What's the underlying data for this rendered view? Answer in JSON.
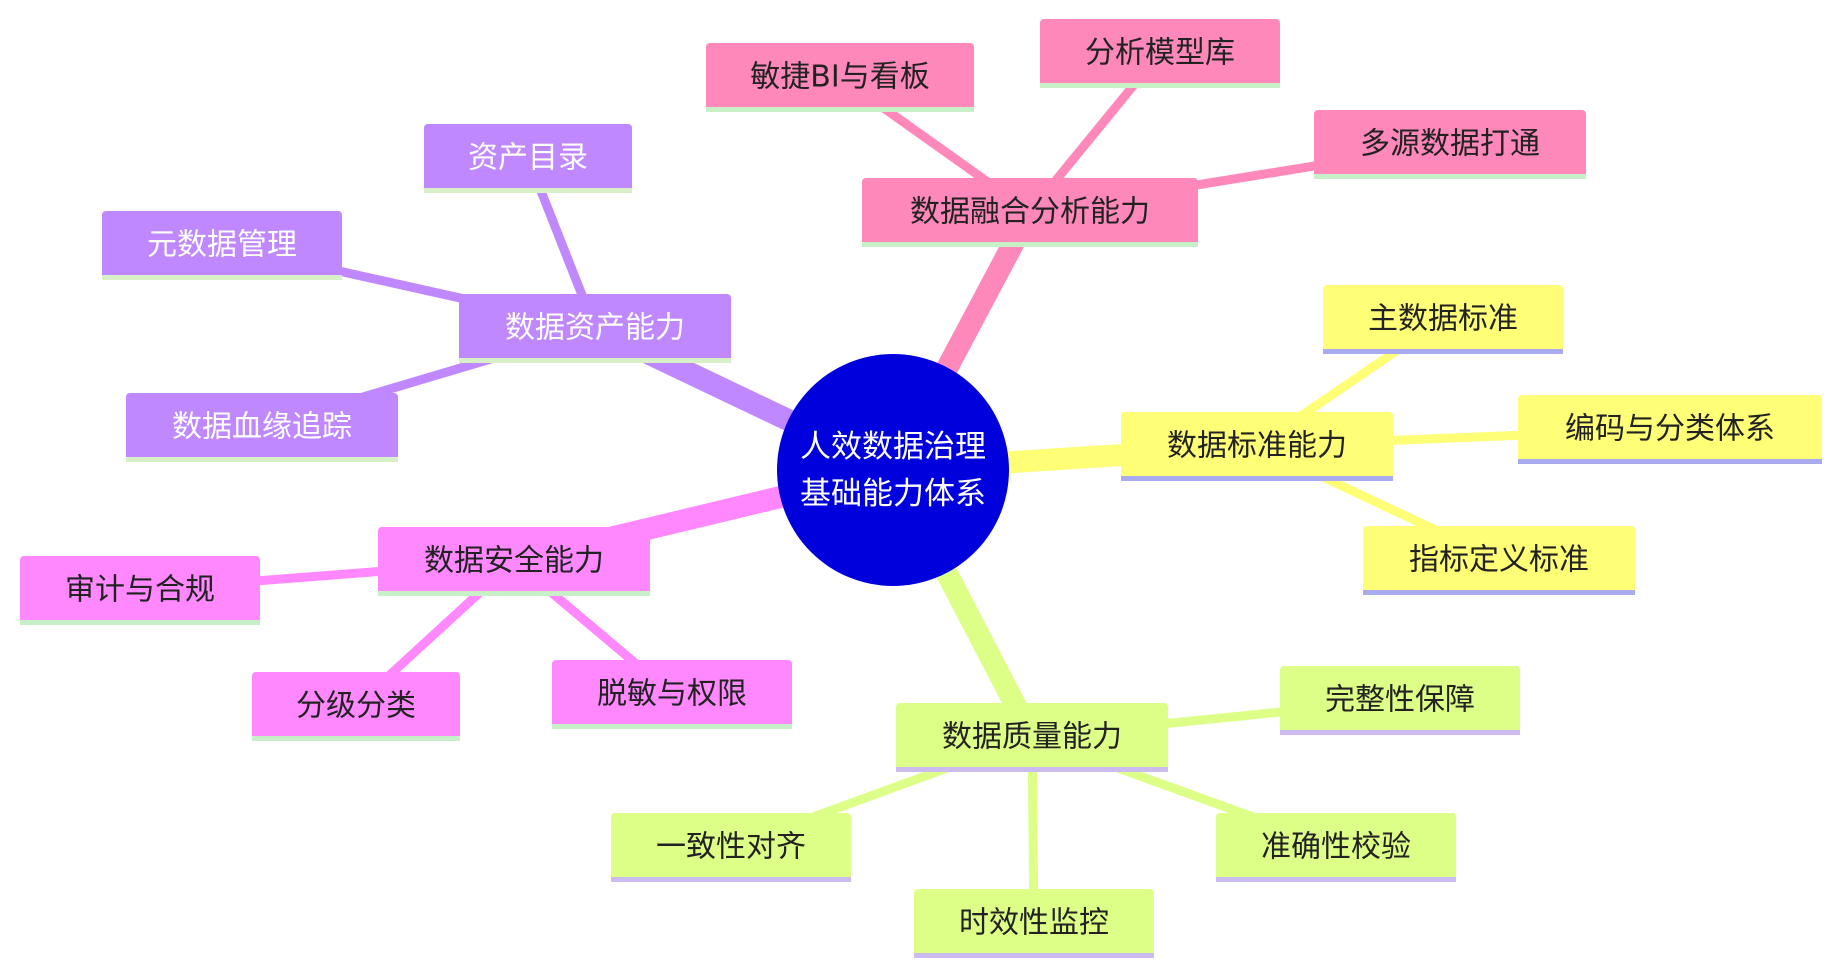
{
  "root": {
    "lines": [
      "人效数据治理",
      "基础能力体系"
    ],
    "fill": "#0000dd",
    "text_color": "#ffffff"
  },
  "branches": [
    {
      "id": "fusion",
      "label": "数据融合分析能力",
      "color": "#ff88bb",
      "underline": "#c8f0c8",
      "text_color": "#222222",
      "children": [
        {
          "id": "bi",
          "label": "敏捷BI与看板"
        },
        {
          "id": "model-lib",
          "label": "分析模型库"
        },
        {
          "id": "multi-source",
          "label": "多源数据打通"
        }
      ]
    },
    {
      "id": "standard",
      "label": "数据标准能力",
      "color": "#ffff77",
      "underline": "#aaaaee",
      "text_color": "#222222",
      "children": [
        {
          "id": "master-data",
          "label": "主数据标准"
        },
        {
          "id": "coding",
          "label": "编码与分类体系"
        },
        {
          "id": "metric-def",
          "label": "指标定义标准"
        }
      ]
    },
    {
      "id": "quality",
      "label": "数据质量能力",
      "color": "#ddff88",
      "underline": "#ccbbee",
      "text_color": "#222222",
      "children": [
        {
          "id": "completeness",
          "label": "完整性保障"
        },
        {
          "id": "accuracy",
          "label": "准确性校验"
        },
        {
          "id": "timeliness",
          "label": "时效性监控"
        },
        {
          "id": "consistency",
          "label": "一致性对齐"
        }
      ]
    },
    {
      "id": "security",
      "label": "数据安全能力",
      "color": "#ff88ff",
      "underline": "#c8f0c8",
      "text_color": "#222222",
      "children": [
        {
          "id": "audit",
          "label": "审计与合规"
        },
        {
          "id": "grading",
          "label": "分级分类"
        },
        {
          "id": "masking",
          "label": "脱敏与权限"
        }
      ]
    },
    {
      "id": "asset",
      "label": "数据资产能力",
      "color": "#c088ff",
      "underline": "#d8f0c8",
      "text_color": "#ffffff",
      "children": [
        {
          "id": "catalog",
          "label": "资产目录"
        },
        {
          "id": "metadata",
          "label": "元数据管理"
        },
        {
          "id": "lineage",
          "label": "数据血缘追踪"
        }
      ]
    }
  ]
}
